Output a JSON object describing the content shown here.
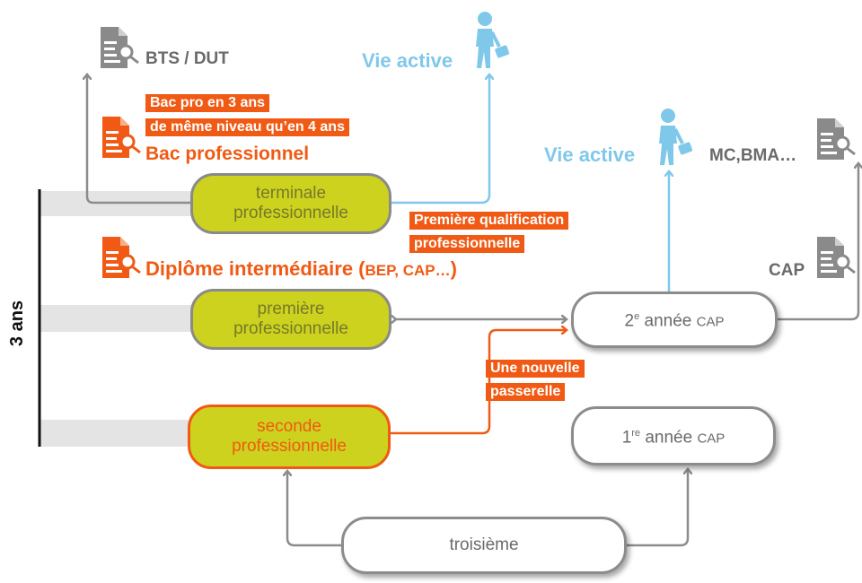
{
  "left_bracket": {
    "label": "3 ans"
  },
  "boxes": {
    "terminale": {
      "line1": "terminale",
      "line2": "professionnelle"
    },
    "premiere": {
      "line1": "première",
      "line2": "professionnelle"
    },
    "seconde": {
      "line1": "seconde",
      "line2": "professionnelle"
    },
    "cap2": {
      "num": "2",
      "sup": "e",
      "text": " année ",
      "sc": "CAP"
    },
    "cap1": {
      "num": "1",
      "sup": "re",
      "text": " année ",
      "sc": "CAP"
    },
    "troisieme": {
      "label": "troisième"
    }
  },
  "labels": {
    "bts_dut": "BTS / DUT",
    "vie_active_top": "Vie active",
    "vie_active_right": "Vie active",
    "mc_bma": "MC,BMA…",
    "cap": "CAP",
    "bac_pro": "Bac professionnel",
    "diplome_main": "Diplôme intermédiaire (",
    "diplome_sc": "BEP, CAP…",
    "diplome_end": ")"
  },
  "tags": {
    "bac_pro_line1": "Bac pro en 3 ans",
    "bac_pro_line2": "de même niveau qu’en 4 ans",
    "qualif_line1": "Première qualification",
    "qualif_line2": "professionnelle",
    "passerelle_line1": "Une nouvelle",
    "passerelle_line2": "passerelle"
  },
  "icons": [
    "diploma-icon",
    "person-briefcase-icon"
  ],
  "colors": {
    "orange": "#f05a14",
    "blue": "#80c8ea",
    "gray": "#8a8a8a",
    "yellow": "#ccd21e"
  }
}
